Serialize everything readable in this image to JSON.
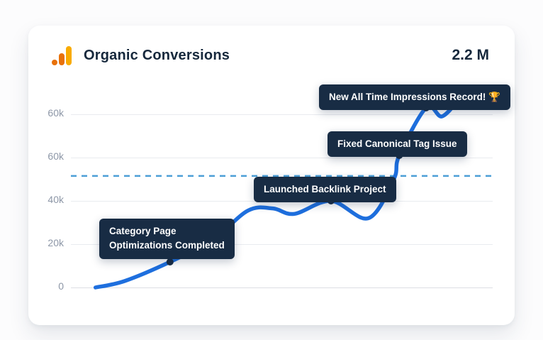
{
  "card": {
    "title": "Organic Conversions",
    "total": "2.2 M"
  },
  "colors": {
    "navy": "#182C44",
    "line_blue": "#1E6FDE",
    "dashed_blue": "#4C9FD6",
    "amber": "#F9AB00",
    "orange": "#E8710A"
  },
  "chart_data": {
    "type": "line",
    "title": "Organic Conversions",
    "total_label": "2.2 M",
    "y_ticks": [
      "60k",
      "60k",
      "40k",
      "20k",
      "0"
    ],
    "y_unit": "thousands",
    "ylim": [
      0,
      88
    ],
    "grid": true,
    "legend": "none",
    "x_axis": "unlabeled timeline",
    "threshold": {
      "value": 51.5,
      "style": "dashed",
      "color": "#4C9FD6"
    },
    "series": [
      {
        "name": "Organic Conversions",
        "color": "#1E6FDE",
        "x_format": "percent-of-plot-width",
        "y_format": "thousands",
        "points": [
          [
            4.5,
            0
          ],
          [
            12,
            3
          ],
          [
            23.6,
            11.8
          ],
          [
            34.5,
            22
          ],
          [
            43.6,
            35.5
          ],
          [
            50,
            36.5
          ],
          [
            55.5,
            34
          ],
          [
            64.9,
            40
          ],
          [
            74.5,
            32
          ],
          [
            81,
            50
          ],
          [
            82.4,
            61
          ],
          [
            89.3,
            83
          ],
          [
            93.3,
            79
          ],
          [
            97.3,
            86
          ]
        ]
      }
    ],
    "annotations": [
      {
        "lines": [
          "Category Page",
          "Optimizations Completed"
        ],
        "anchor": [
          23.6,
          11.8
        ]
      },
      {
        "lines": [
          "Launched Backlink Project"
        ],
        "anchor": [
          64.9,
          40
        ]
      },
      {
        "lines": [
          "Fixed Canonical Tag Issue"
        ],
        "anchor": [
          82.4,
          61
        ]
      },
      {
        "lines": [
          "New All Time Impressions Record! 🏆"
        ],
        "anchor": [
          89.3,
          83
        ]
      }
    ]
  }
}
